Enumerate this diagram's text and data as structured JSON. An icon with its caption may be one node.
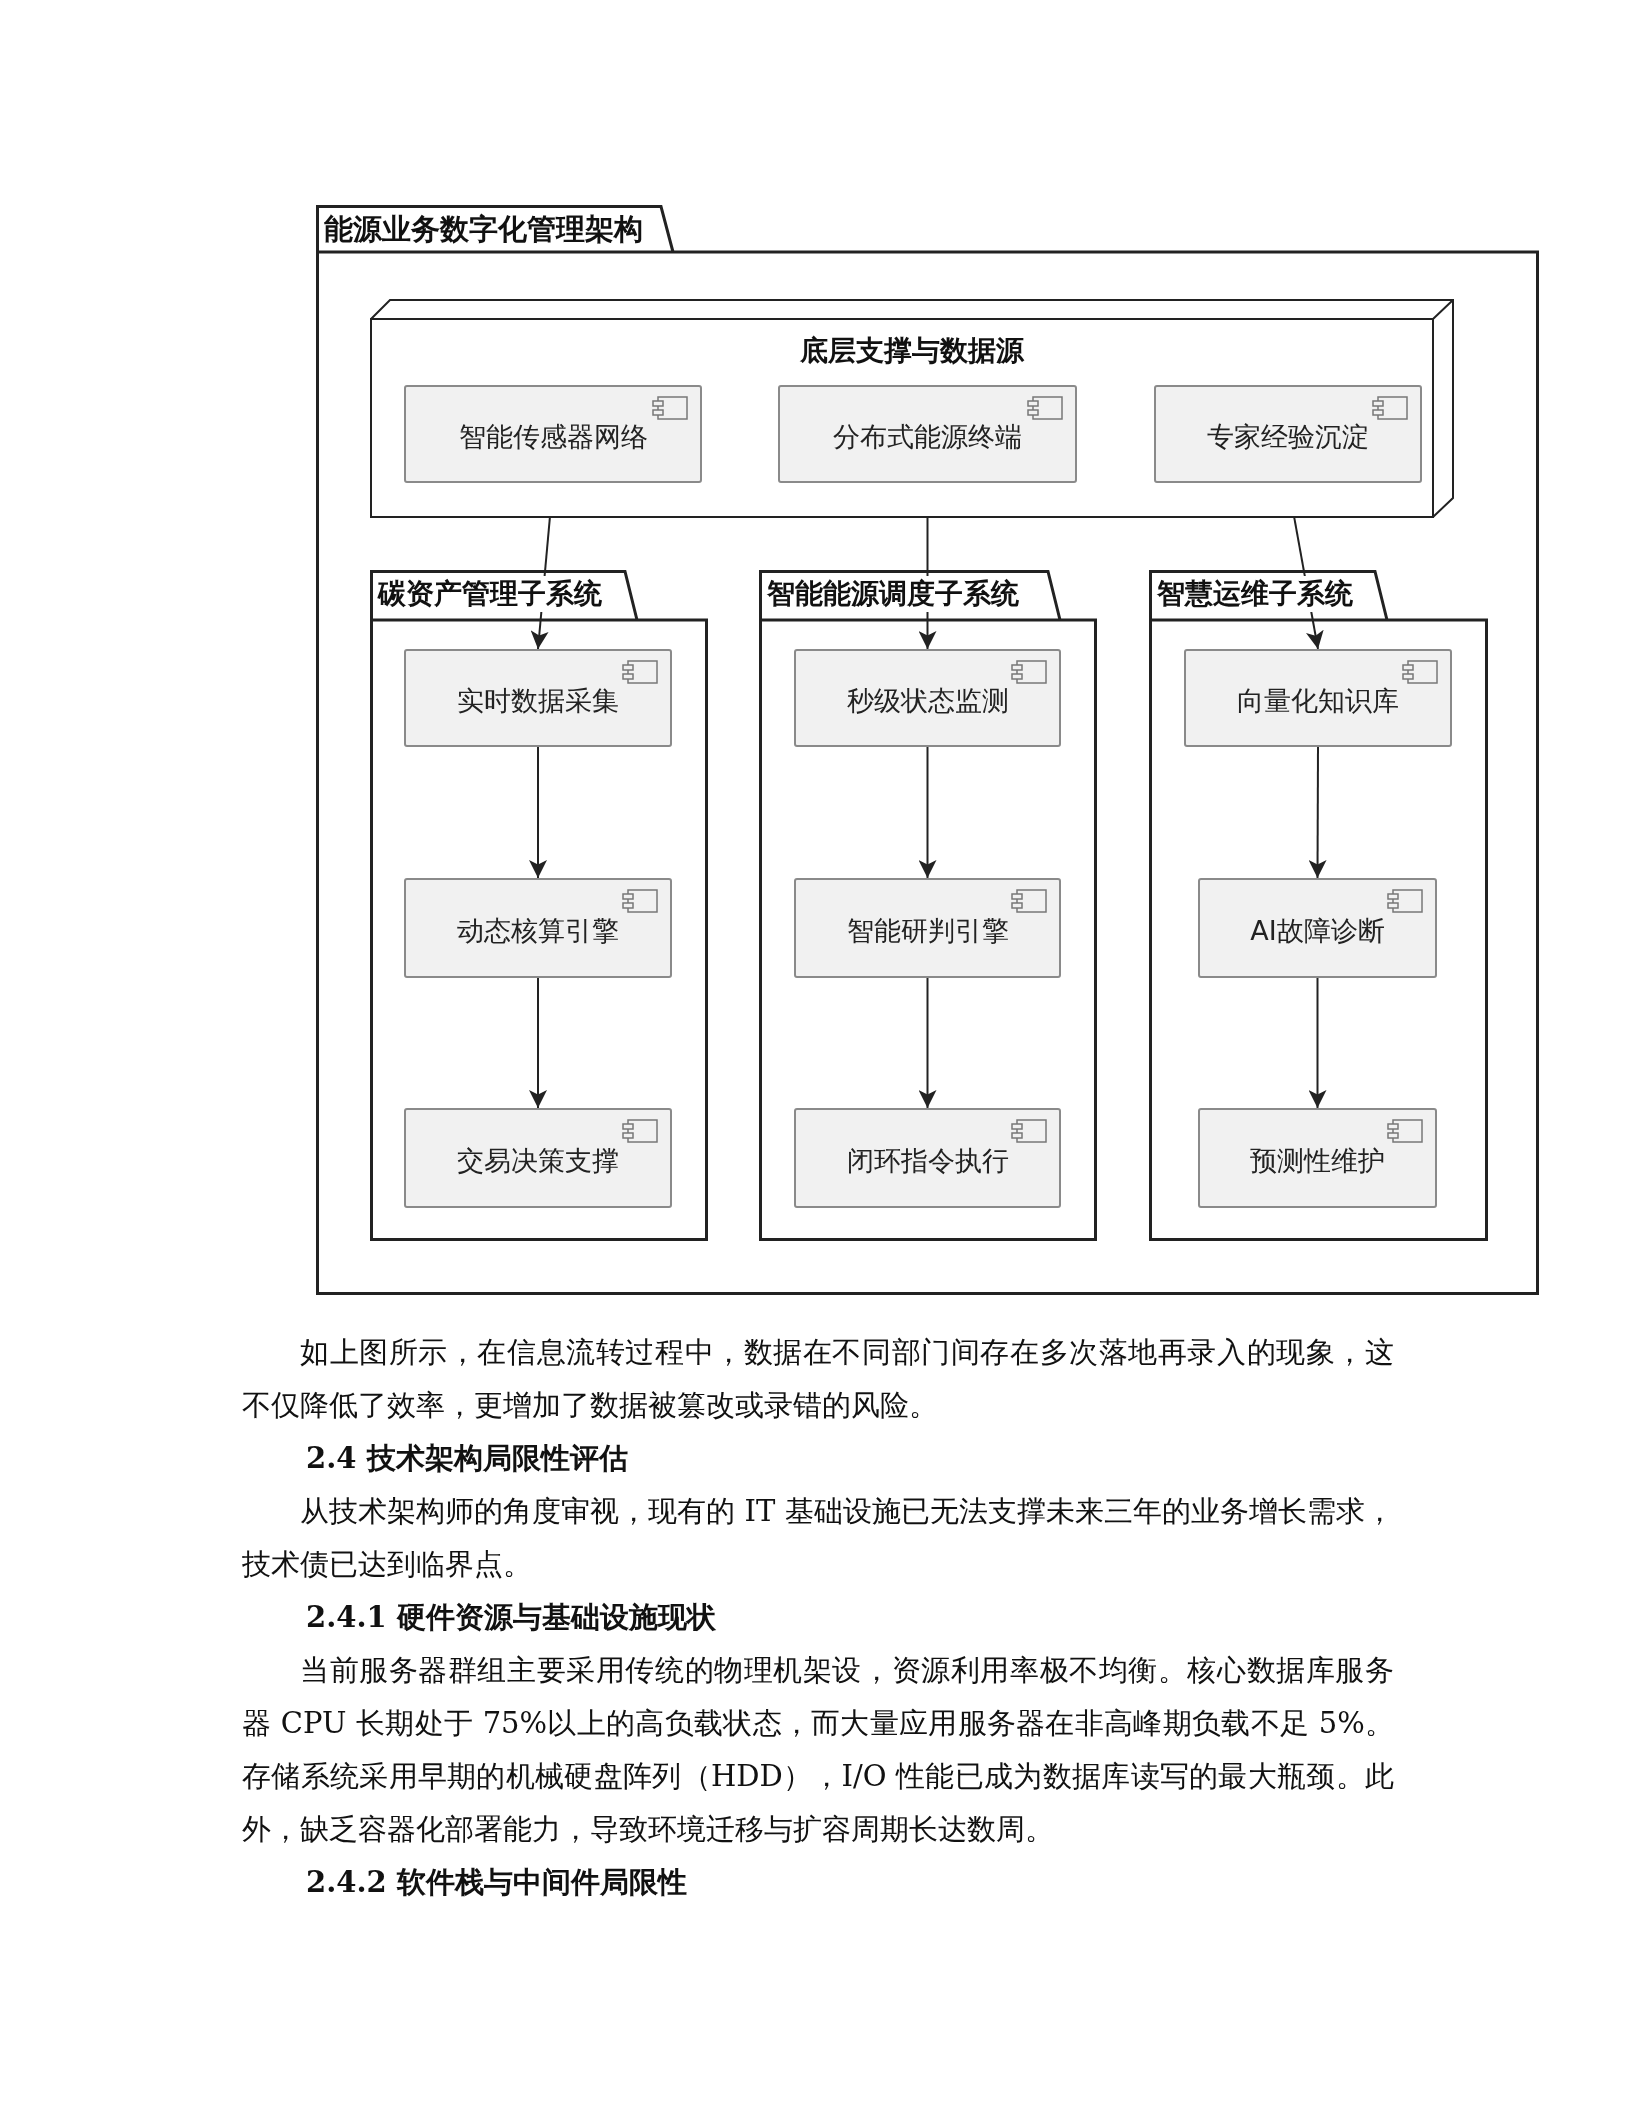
{
  "diagram": {
    "nodes": [
      {
        "text": [
          "能源业务数字化管理架构"
        ]
      },
      {
        "text": [
          "底层支撑与数据源"
        ],
        "in": 0
      },
      {
        "text": [
          "智能传感器网络"
        ],
        "in": 1
      },
      {
        "text": [
          "分布式能源终端"
        ],
        "in": 1
      },
      {
        "text": [
          "专家经验沉淀"
        ],
        "in": 1
      },
      {
        "text": [
          "碳资产管理子系统"
        ],
        "in": 0
      },
      {
        "text": [
          "实时数据采集"
        ],
        "in": 5
      },
      {
        "text": [
          "动态核算引擎"
        ],
        "in": 5
      },
      {
        "text": [
          "交易决策支撑"
        ],
        "in": 5
      },
      {
        "text": [
          "智能能源调度子系统"
        ],
        "in": 0
      },
      {
        "text": [
          "秒级状态监测"
        ],
        "in": 9
      },
      {
        "text": [
          "智能研判引擎"
        ],
        "in": 9
      },
      {
        "text": [
          "闭环指令执行"
        ],
        "in": 9
      },
      {
        "text": [
          "智慧运维子系统"
        ],
        "in": 0
      },
      {
        "text": [
          "向量化知识库"
        ],
        "in": 13
      },
      {
        "text": [
          "AI故障诊断"
        ],
        "in": 13
      },
      {
        "text": [
          "预测性维护"
        ],
        "in": 13
      }
    ],
    "edges": [
      {
        "from": 2,
        "to": 6,
        "arrow": "to"
      },
      {
        "from": 3,
        "to": 10,
        "arrow": "to"
      },
      {
        "from": 4,
        "to": 14,
        "arrow": "to"
      },
      {
        "from": 6,
        "to": 7,
        "arrow": "to"
      },
      {
        "from": 7,
        "to": 8,
        "arrow": "to"
      },
      {
        "from": 10,
        "to": 11,
        "arrow": "to"
      },
      {
        "from": 11,
        "to": 12,
        "arrow": "to"
      },
      {
        "from": 14,
        "to": 15,
        "arrow": "to"
      },
      {
        "from": 15,
        "to": 16,
        "arrow": "to"
      }
    ],
    "labels": [
      "如上图所示，在信息流转过程中，数据在不同部门间存在多次落地再录入的现象，这不仅降低了效率，更增加了数据被篡改或录错的风险。",
      "2.4 技术架构局限性评估",
      "从技术架构师的角度审视，现有的 IT 基础设施已无法支撑未来三年的业务增长需求，技术债已达到临界点。",
      "2.4.1 硬件资源与基础设施现状",
      "当前服务器群组主要采用传统的物理机架设，资源利用率极不均衡。核心数据库服务器 CPU 长期处于 75%以上的高负载状态，而大量应用服务器在非高峰期负载不足 5%。存储系统采用早期的机械硬盘阵列（HDD），I/O 性能已成为数据库读写的最大瓶颈。此外，缺乏容器化部署能力，导致环境迁移与扩容周期长达数周。",
      "2.4.2 软件栈与中间件局限性"
    ]
  }
}
